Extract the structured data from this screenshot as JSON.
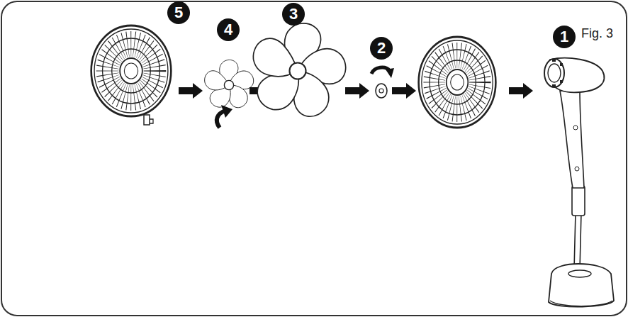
{
  "diagram": {
    "labels": [
      "Fig. 3",
      "5",
      "4",
      "3",
      "2",
      "1"
    ]
  }
}
